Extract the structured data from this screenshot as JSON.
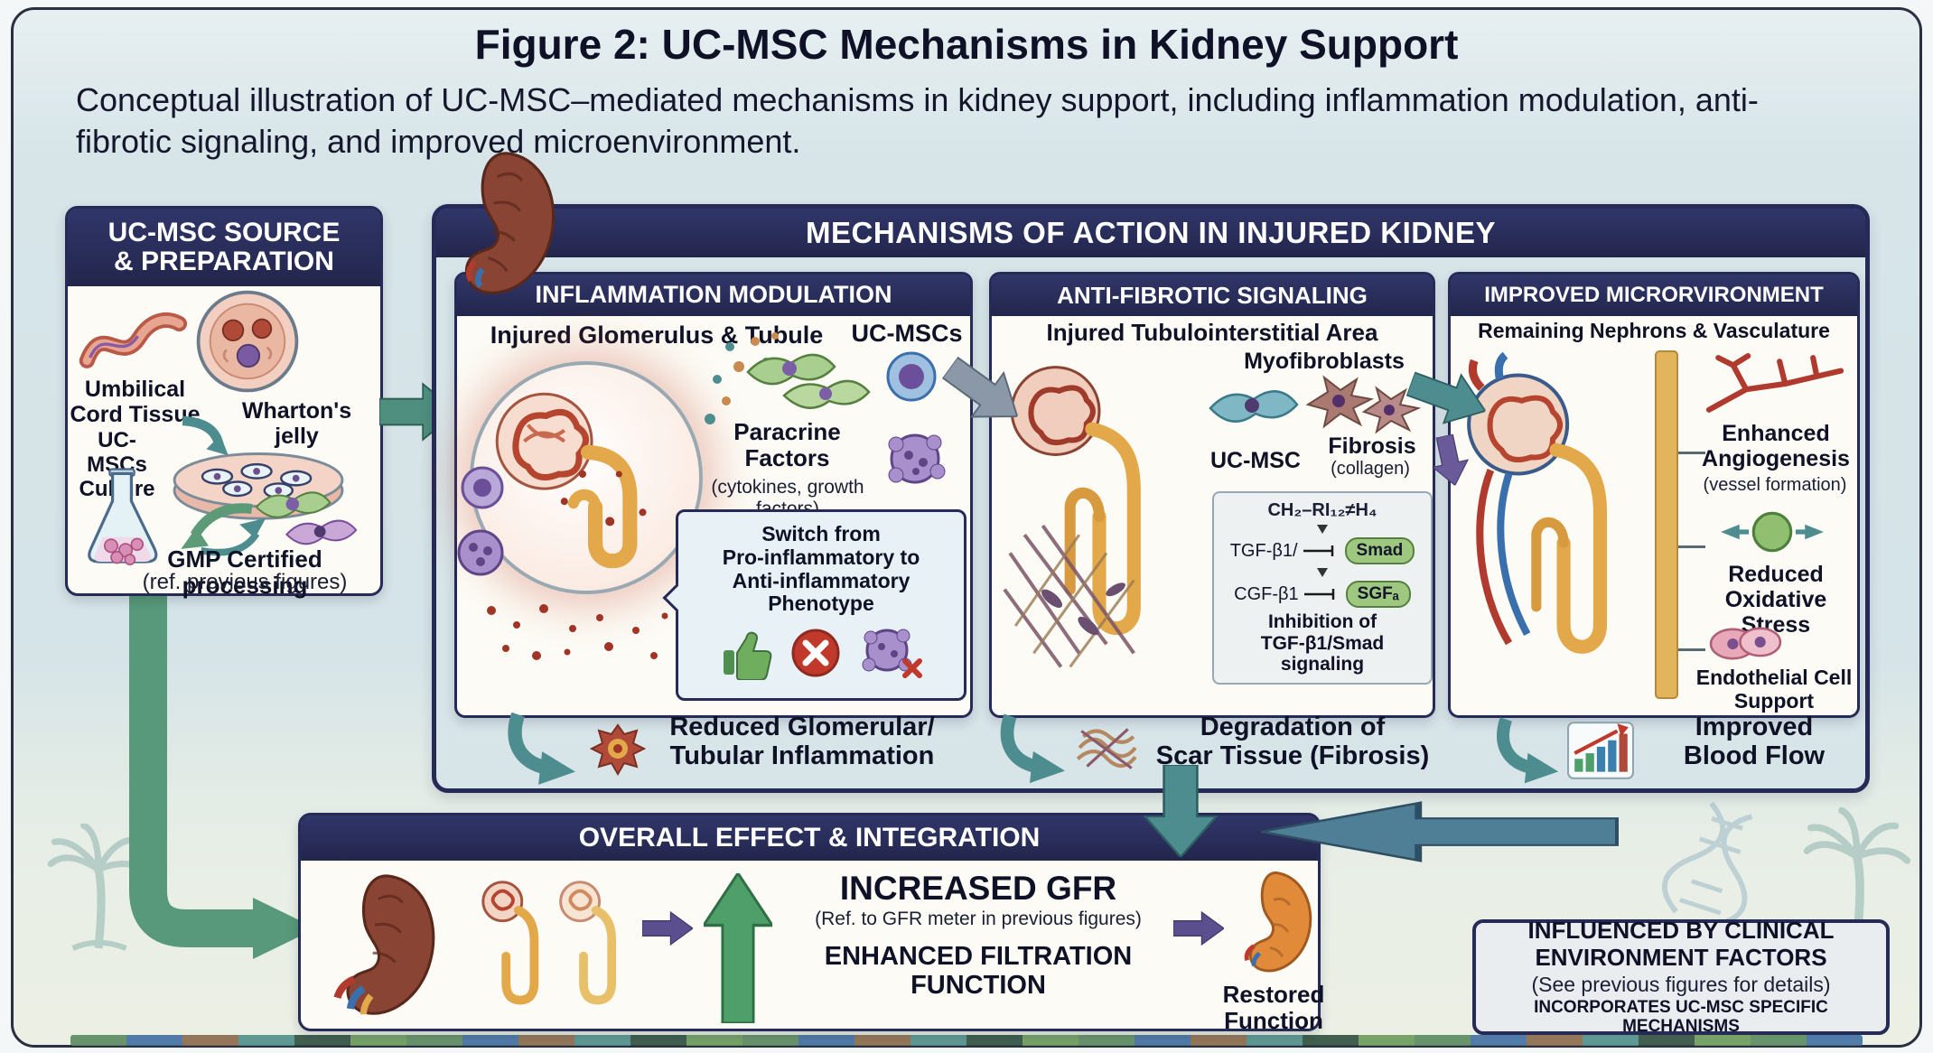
{
  "figure": {
    "title": "Figure 2: UC-MSC Mechanisms in Kidney Support",
    "subtitle": "Conceptual illustration of UC-MSC–mediated mechanisms in kidney support, including inflammation modulation, anti-fibrotic signaling, and improved microenvironment."
  },
  "source_panel": {
    "title": "UC-MSC SOURCE\n& PREPARATION",
    "whartons_jelly": "Wharton's\njelly",
    "umbilical_cord_tissue": "Umbilical\nCord Tissue",
    "ucmsc_culture": "UC-MSCs\nCulture",
    "gmp": "GMP Certified processing",
    "gmp_ref": "(ref. previous figures)"
  },
  "mechanisms": {
    "title": "MECHANISMS OF ACTION IN INJURED KIDNEY",
    "inflammation": {
      "title": "INFLAMMATION MODULATION",
      "subtitle": "Injured Glomerulus & Tubule",
      "ucmscs": "UC-MSCs",
      "paracrine_factors": "Paracrine\nFactors",
      "paracrine_sub": "(cytokines, growth factors)",
      "switch_text": "Switch from\nPro-inflammatory to\nAnti-inflammatory Phenotype",
      "outcome": "Reduced Glomerular/\nTubular Inflammation"
    },
    "antifibrotic": {
      "title": "ANTI-FIBROTIC SIGNALING",
      "subtitle": "Injured Tubulointerstitial Area",
      "myofibroblasts": "Myofibroblasts",
      "ucmsc": "UC-MSC",
      "fibrosis": "Fibrosis",
      "fibrosis_sub": "(collagen)",
      "pathway_formula": "CH₂–RI₁₂≠H₄",
      "tgf": "TGF-β1/",
      "smad": "Smad",
      "cgf": "CGF-β1",
      "sgf": "SGFₐ",
      "inhibition": "Inhibition of\nTGF-β1/Smad signaling",
      "outcome": "Degradation of\nScar Tissue (Fibrosis)"
    },
    "microenvironment": {
      "title": "IMPROVED MICRORVIRONMENT",
      "subtitle": "Remaining Nephrons & Vasculature",
      "angiogenesis": "Enhanced\nAngiogenesis",
      "angiogenesis_sub": "(vessel formation)",
      "oxidative": "Reduced\nOxidative Stress",
      "endothelial": "Endothelial Cell\nSupport",
      "outcome": "Improved\nBlood Flow"
    }
  },
  "overall": {
    "title": "OVERALL EFFECT & INTEGRATION",
    "increased_gfr": "INCREASED GFR",
    "gfr_ref": "(Ref. to GFR meter in previous figures)",
    "enhanced_filtration": "ENHANCED FILTRATION\nFUNCTION",
    "restored_function": "Restored\nFunction"
  },
  "clinical_box": {
    "line1": "INFLUENCED BY CLINICAL\nENVIRONMENT FACTORS",
    "line2": "(See previous figures for details)",
    "line3": "INCORPORATES UC-MSC SPECIFIC MECHANISMS"
  },
  "colors": {
    "navy_header": "#262a56",
    "teal_arrow": "#4e8d8f",
    "green_arrow": "#5d9b78",
    "steel_arrow": "#4f7f96",
    "purple_arrow": "#6a5a9a",
    "panel_bg": "#fcfbf5",
    "background": "#d5e4e8",
    "tubule_yellow": "#e2a84a",
    "vessel_red": "#b03a2e",
    "vessel_blue": "#3a6fae"
  },
  "icons": {
    "umbilical-cord": "coiled pink tube",
    "cord-cross-section": "circle with vessels (Wharton's jelly)",
    "petri-dish": "culture dish with cells",
    "flask": "erlenmeyer flask with cells",
    "msc-cell": "spindle stem cell",
    "kidney": "bean-shaped kidney",
    "glomerulus-tubule": "nephron zoom",
    "thumbs-up": "approval hand",
    "red-cross": "red circle with X",
    "macrophage": "purple immune cell",
    "scar-tissue": "crosshatched fibers",
    "vessel-branch": "branching red vessels",
    "bar-chart": "rising bars with arrow",
    "palm-tree": "decorative palm",
    "dna-helix": "decorative helix"
  }
}
